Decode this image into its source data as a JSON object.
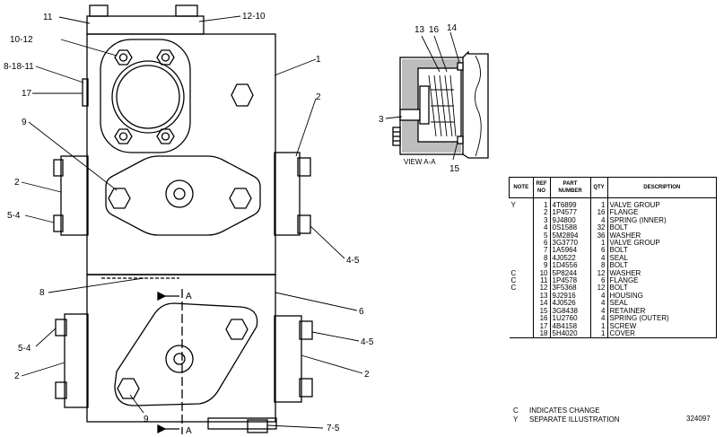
{
  "callouts": {
    "c_11": "11",
    "c_12_10": "12-10",
    "c_10_12": "10-12",
    "c_8_18_11": "8-18-11",
    "c_17": "17",
    "c_1": "1",
    "c_9_top": "9",
    "c_2_right_top": "2",
    "c_2_left_top": "2",
    "c_5_4_top": "5-4",
    "c_4_5_top": "4-5",
    "c_8": "8",
    "c_6": "6",
    "c_5_4_bottom": "5-4",
    "c_4_5_bottom": "4-5",
    "c_2_left_bottom": "2",
    "c_2_right_bottom": "2",
    "c_9_bottom": "9",
    "c_7_5": "7-5",
    "section_a_top": "A",
    "section_a_bottom": "A"
  },
  "view_aa": {
    "c_13": "13",
    "c_16": "16",
    "c_14": "14",
    "c_3": "3",
    "c_15": "15",
    "caption": "VIEW A-A"
  },
  "parts_table": {
    "headers": {
      "note": "NOTE",
      "ref": "REF NO",
      "part": "PART NUMBER",
      "qty": "QTY",
      "desc": "DESCRIPTION"
    },
    "rows": [
      {
        "note": "Y",
        "ref": "1",
        "part": "4T6899",
        "qty": "1",
        "desc": "VALVE GROUP"
      },
      {
        "note": "",
        "ref": "2",
        "part": "1P4577",
        "qty": "16",
        "desc": "FLANGE"
      },
      {
        "note": "",
        "ref": "3",
        "part": "9J4800",
        "qty": "4",
        "desc": "SPRING (INNER)"
      },
      {
        "note": "",
        "ref": "4",
        "part": "0S1588",
        "qty": "32",
        "desc": "BOLT"
      },
      {
        "note": "",
        "ref": "5",
        "part": "5M2894",
        "qty": "36",
        "desc": "WASHER"
      },
      {
        "note": "",
        "ref": "6",
        "part": "3G3770",
        "qty": "1",
        "desc": "VALVE GROUP"
      },
      {
        "note": "",
        "ref": "7",
        "part": "1A5964",
        "qty": "6",
        "desc": "BOLT"
      },
      {
        "note": "",
        "ref": "8",
        "part": "4J0522",
        "qty": "4",
        "desc": "SEAL"
      },
      {
        "note": "",
        "ref": "9",
        "part": "1D4556",
        "qty": "8",
        "desc": "BOLT"
      },
      {
        "note": "C",
        "ref": "10",
        "part": "5P8244",
        "qty": "12",
        "desc": "WASHER"
      },
      {
        "note": "C",
        "ref": "11",
        "part": "1P4578",
        "qty": "6",
        "desc": "FLANGE"
      },
      {
        "note": "C",
        "ref": "12",
        "part": "3F5368",
        "qty": "12",
        "desc": "BOLT"
      },
      {
        "note": "",
        "ref": "13",
        "part": "9J2916",
        "qty": "4",
        "desc": "HOUSING"
      },
      {
        "note": "",
        "ref": "14",
        "part": "4J0526",
        "qty": "4",
        "desc": "SEAL"
      },
      {
        "note": "",
        "ref": "15",
        "part": "3G8438",
        "qty": "4",
        "desc": "RETAINER"
      },
      {
        "note": "",
        "ref": "16",
        "part": "1U2760",
        "qty": "4",
        "desc": "SPRING (OUTER)"
      },
      {
        "note": "",
        "ref": "17",
        "part": "4B4158",
        "qty": "1",
        "desc": "SCREW"
      },
      {
        "note": "",
        "ref": "18",
        "part": "5H4020",
        "qty": "1",
        "desc": "COVER"
      }
    ]
  },
  "legend": [
    {
      "key": "C",
      "text": "INDICATES CHANGE"
    },
    {
      "key": "Y",
      "text": "SEPARATE ILLUSTRATION"
    }
  ],
  "drawing_number": "324097"
}
